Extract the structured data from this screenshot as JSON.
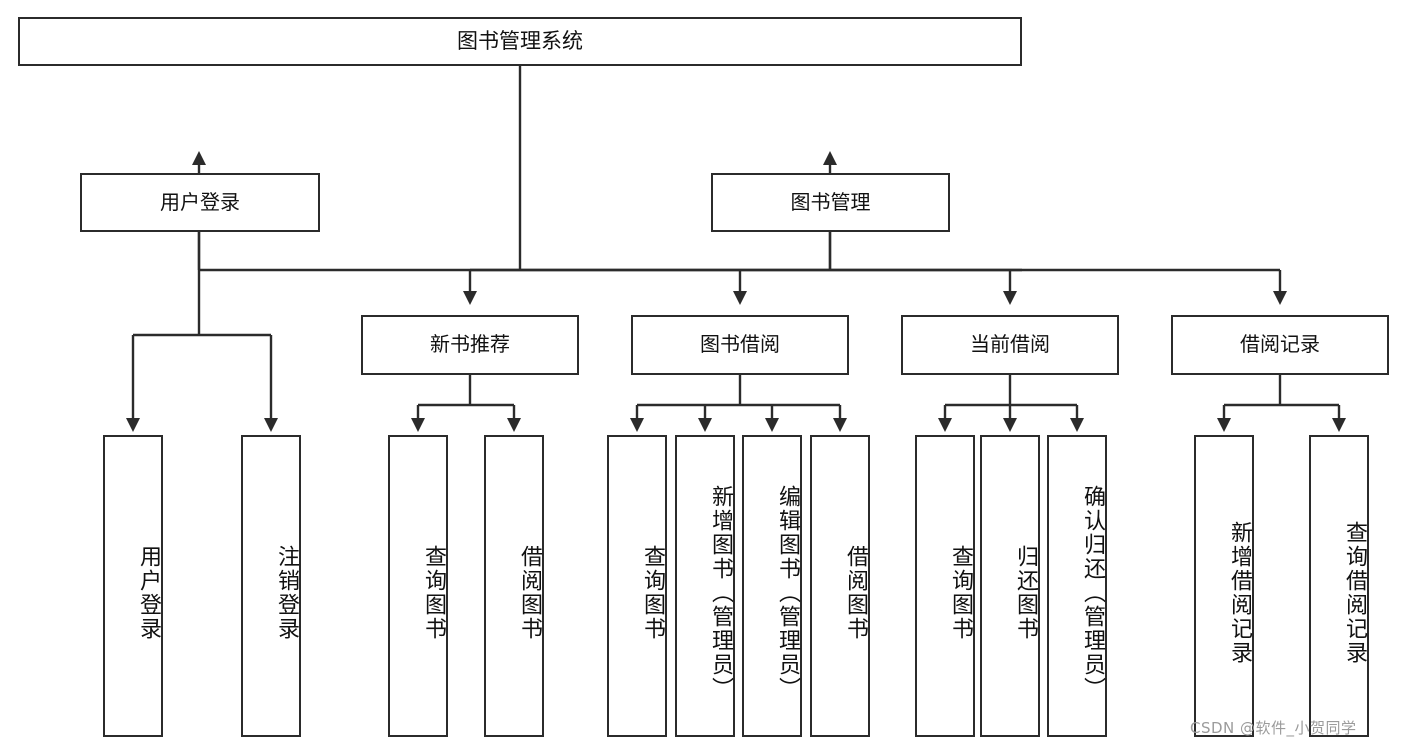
{
  "diagram": {
    "type": "tree",
    "title": "图书管理系统",
    "root": {
      "id": "root",
      "label": "图书管理系统"
    },
    "level1": [
      {
        "id": "user-login",
        "label": "用户登录"
      },
      {
        "id": "book-manage",
        "label": "图书管理"
      }
    ],
    "level2": [
      {
        "id": "new-book-rec",
        "label": "新书推荐",
        "parent": "book-manage"
      },
      {
        "id": "book-borrow",
        "label": "图书借阅",
        "parent": "book-manage"
      },
      {
        "id": "current-borrow",
        "label": "当前借阅",
        "parent": "book-manage"
      },
      {
        "id": "borrow-record",
        "label": "借阅记录",
        "parent": "book-manage"
      }
    ],
    "leaves": [
      {
        "id": "leaf-user-login",
        "label": "用户登录",
        "parent": "user-login"
      },
      {
        "id": "leaf-user-logout",
        "label": "注销登录",
        "parent": "user-login"
      },
      {
        "id": "leaf-rec-query-book",
        "label": "查询图书",
        "parent": "new-book-rec"
      },
      {
        "id": "leaf-rec-borrow-book",
        "label": "借阅图书",
        "parent": "new-book-rec"
      },
      {
        "id": "leaf-borrow-query-book",
        "label": "查询图书",
        "parent": "book-borrow"
      },
      {
        "id": "leaf-borrow-add-book",
        "label": "新增图书（管理员）",
        "parent": "book-borrow"
      },
      {
        "id": "leaf-borrow-edit-book",
        "label": "编辑图书（管理员）",
        "parent": "book-borrow"
      },
      {
        "id": "leaf-borrow-borrow-book",
        "label": "借阅图书",
        "parent": "book-borrow"
      },
      {
        "id": "leaf-current-query-book",
        "label": "查询图书",
        "parent": "current-borrow"
      },
      {
        "id": "leaf-current-return-book",
        "label": "归还图书",
        "parent": "current-borrow"
      },
      {
        "id": "leaf-current-confirm-return",
        "label": "确认归还（管理员）",
        "parent": "current-borrow"
      },
      {
        "id": "leaf-record-add",
        "label": "新增借阅记录",
        "parent": "borrow-record"
      },
      {
        "id": "leaf-record-query",
        "label": "查询借阅记录",
        "parent": "borrow-record"
      }
    ],
    "watermark": "CSDN @软件_小贺同学",
    "colors": {
      "stroke": "#2b2b2b",
      "fill": "#ffffff",
      "text": "#111111",
      "watermark": "#9b9b9b"
    }
  }
}
